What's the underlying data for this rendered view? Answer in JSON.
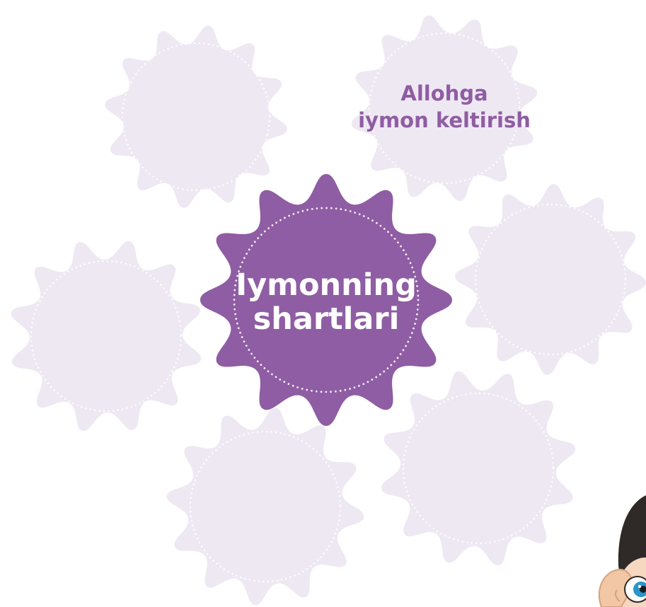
{
  "diagram": {
    "center": {
      "line1": "Iymonning",
      "line2": "shartlari"
    },
    "petals": [
      {
        "id": "top-left",
        "line1": "",
        "line2": ""
      },
      {
        "id": "top-right",
        "line1": "Allohga",
        "line2": "iymon keltirish"
      },
      {
        "id": "right",
        "line1": "",
        "line2": ""
      },
      {
        "id": "left",
        "line1": "",
        "line2": ""
      },
      {
        "id": "bottom-left",
        "line1": "",
        "line2": ""
      },
      {
        "id": "bottom-right",
        "line1": "",
        "line2": ""
      }
    ]
  },
  "colors": {
    "center_fill": "#8f5da3",
    "petal_fill": "#eee8f3",
    "petal_text": "#8f5da3",
    "center_text": "#ffffff",
    "dots_on_petal": "#ffffff",
    "dots_on_center": "#f4edf7"
  },
  "character": {
    "icon": "cartoon-girl-peeking"
  }
}
